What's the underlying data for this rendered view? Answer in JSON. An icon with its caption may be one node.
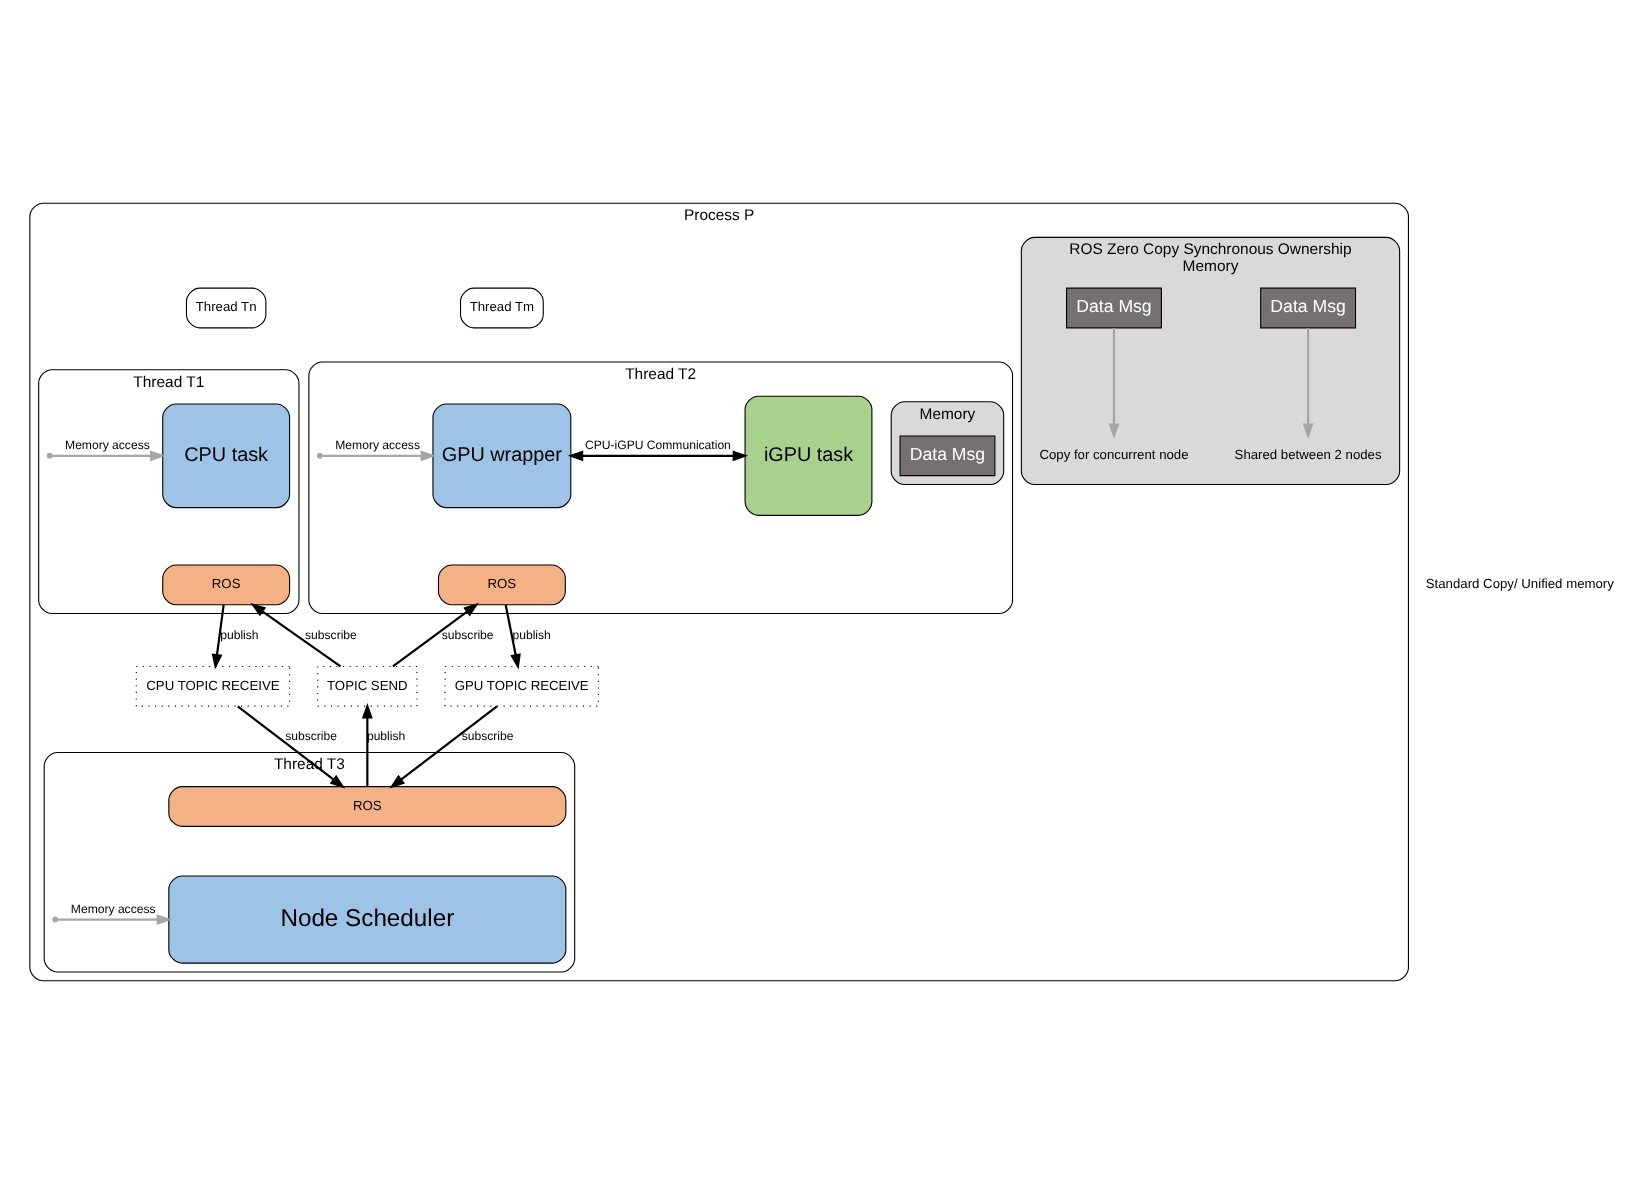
{
  "diagram": {
    "nodes": [
      {
        "text": [
          "Process P"
        ]
      },
      {
        "text": [
          "Thread Tn"
        ],
        "in": 0
      },
      {
        "text": [
          "Thread T1"
        ],
        "in": 0
      },
      {
        "text": [
          "CPU task"
        ],
        "in": 2
      },
      {
        "text": [
          "ROS"
        ],
        "in": 2
      },
      {
        "text": [
          "Thread Tm"
        ],
        "in": 0
      },
      {
        "text": [
          "Thread T2"
        ],
        "in": 0
      },
      {
        "text": [
          "GPU wrapper"
        ],
        "in": 6
      },
      {
        "text": [
          "ROS"
        ],
        "in": 6
      },
      {
        "text": [
          "iGPU task"
        ],
        "in": 6
      },
      {
        "text": [
          "Memory"
        ],
        "in": 6
      },
      {
        "text": [
          "Data Msg"
        ],
        "in": 10
      },
      {
        "text": [
          "CPU TOPIC RECEIVE"
        ],
        "in": 0
      },
      {
        "text": [
          "TOPIC SEND"
        ],
        "in": 0
      },
      {
        "text": [
          "GPU TOPIC RECEIVE"
        ],
        "in": 0
      },
      {
        "text": [
          "Thread T3"
        ],
        "in": 0
      },
      {
        "text": [
          "ROS"
        ],
        "in": 15
      },
      {
        "text": [
          "Node Scheduler"
        ],
        "in": 15
      },
      {
        "text": [
          "ROS Zero Copy Synchronous Ownership",
          "Memory"
        ],
        "in": 0
      },
      {
        "text": [
          "Data Msg"
        ],
        "in": 18
      },
      {
        "text": [
          "Data Msg"
        ],
        "in": 18
      },
      {
        "text": [
          "Shared between 2 nodes"
        ],
        "in": 18
      },
      {
        "text": [
          "Copy for concurrent node"
        ],
        "in": 18
      }
    ],
    "edges": [
      {
        "from": 2,
        "to": 3,
        "arrow": "to",
        "label": "Memory access",
        "color": "#a6a6a6"
      },
      {
        "from": 6,
        "to": 7,
        "arrow": "to",
        "label": "Memory access",
        "color": "#a6a6a6"
      },
      {
        "from": 7,
        "to": 9,
        "arrow": "both",
        "label": "CPU-iGPU Communication"
      },
      {
        "from": 4,
        "to": 12,
        "arrow": "to",
        "label": "publish"
      },
      {
        "from": 13,
        "to": 4,
        "arrow": "to",
        "label": "subscribe"
      },
      {
        "from": 13,
        "to": 8,
        "arrow": "to",
        "label": "subscribe"
      },
      {
        "from": 8,
        "to": 14,
        "arrow": "to",
        "label": "publish"
      },
      {
        "from": 12,
        "to": 16,
        "arrow": "to",
        "label": "subscribe"
      },
      {
        "from": 16,
        "to": 13,
        "arrow": "to",
        "label": "publish"
      },
      {
        "from": 14,
        "to": 16,
        "arrow": "to",
        "label": "subscribe"
      },
      {
        "from": 15,
        "to": 17,
        "arrow": "to",
        "label": "Memory access",
        "color": "#a6a6a6"
      },
      {
        "from": 19,
        "to": 21,
        "arrow": "to",
        "color": "#a6a6a6"
      },
      {
        "from": 20,
        "to": 22,
        "arrow": "to",
        "color": "#a6a6a6"
      }
    ],
    "labels": [
      "Standard Copy/ Unified memory"
    ]
  }
}
